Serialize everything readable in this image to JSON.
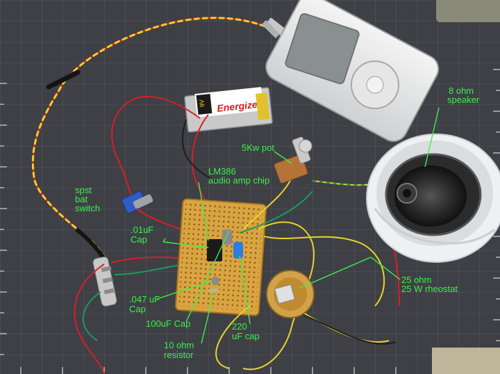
{
  "labels": {
    "spst": "spst",
    "bat": "bat",
    "switch": "switch",
    "cap01_line1": ".01uF",
    "cap01_line2": "Cap",
    "lm386_line1": "LM386",
    "lm386_line2": "audio amp chip",
    "pot": "5Kw pot",
    "speaker_line1": "8 ohm",
    "speaker_line2": "speaker",
    "cap047_line1": ".047 uF",
    "cap047_line2": "Cap",
    "cap100": "100uF Cap",
    "cap220_line1": "220",
    "cap220_line2": "uF cap",
    "resistor_line1": "10 ohm",
    "resistor_line2": "resistor",
    "rheostat_line1": "25 ohm",
    "rheostat_line2": "25 W rheostat"
  },
  "battery_brand": "Energizer",
  "battery_voltage": "9V",
  "colors": {
    "label_green": "#3cf04a",
    "mat": "#3b3d42",
    "grid": "#d8d8d8",
    "perfboard": "#d9a441",
    "wire_red": "#d81e2a",
    "wire_yellow": "#e8d42a",
    "wire_green": "#1e9a5a"
  }
}
